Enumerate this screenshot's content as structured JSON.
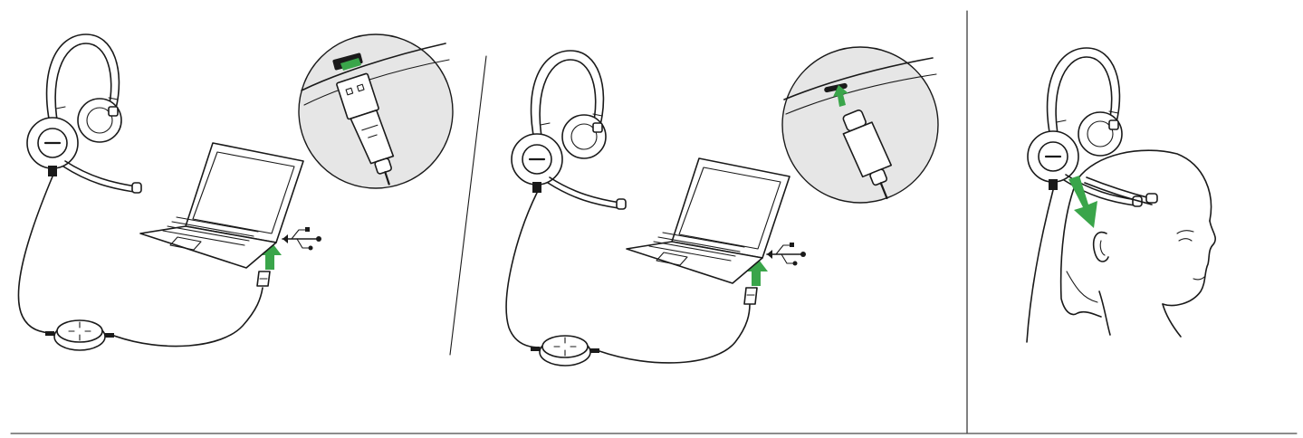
{
  "figure": {
    "panels": [
      {
        "id": "usb-a-connection",
        "connector": "USB-A"
      },
      {
        "id": "usb-c-connection",
        "connector": "USB-C"
      },
      {
        "id": "wearing-headset"
      }
    ],
    "colors": {
      "arrow": "#3aa54a",
      "line": "#1a1a1a",
      "zoom_fill": "#e6e6e6",
      "background": "#ffffff"
    },
    "icons": [
      "headset-icon",
      "laptop-icon",
      "usb-symbol-icon",
      "usb-plug-icon",
      "inline-controller-icon",
      "head-profile-icon",
      "green-arrow-icon"
    ]
  }
}
